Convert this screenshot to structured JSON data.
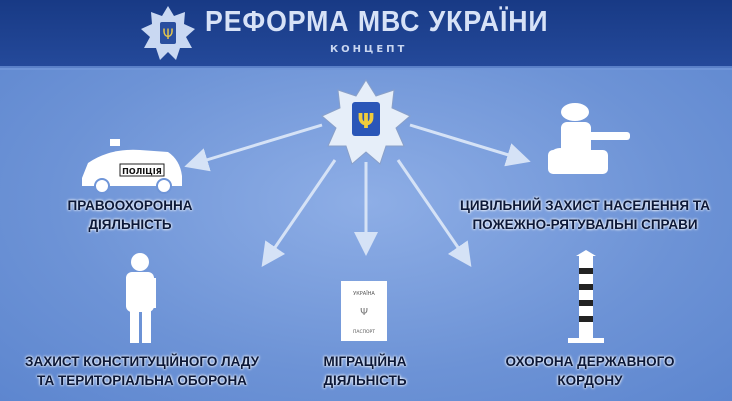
{
  "header": {
    "title": "РЕФОРМА МВС УКРАЇНИ",
    "subtitle": "КОНЦЕПТ"
  },
  "items": [
    {
      "line1": "ПРАВООХОРОННА",
      "line2": "ДІЯЛЬНІСТЬ",
      "icon": "police-car-icon"
    },
    {
      "line1": "ЦИВІЛЬНИЙ ЗАХИСТ НАСЕЛЕННЯ ТА",
      "line2": "ПОЖЕЖНО-РЯТУВАЛЬНІ СПРАВИ",
      "icon": "firefighter-icon"
    },
    {
      "line1": "ЗАХИСТ КОНСТИТУЦІЙНОГО ЛАДУ",
      "line2": "ТА ТЕРИТОРІАЛЬНА ОБОРОНА",
      "icon": "soldier-icon"
    },
    {
      "line1": "МІГРАЦІЙНА",
      "line2": "ДІЯЛЬНІСТЬ",
      "icon": "passport-icon"
    },
    {
      "line1": "ОХОРОНА ДЕРЖАВНОГО",
      "line2": "КОРДОНУ",
      "icon": "border-post-icon"
    }
  ],
  "car_label": "ПОЛІЦІЯ",
  "passport": {
    "top": "УКРАЇНА",
    "bottom": "ПАСПОРТ"
  },
  "colors": {
    "header": "#1e4190",
    "background": "#6f95d8",
    "text": "#0c1838"
  }
}
